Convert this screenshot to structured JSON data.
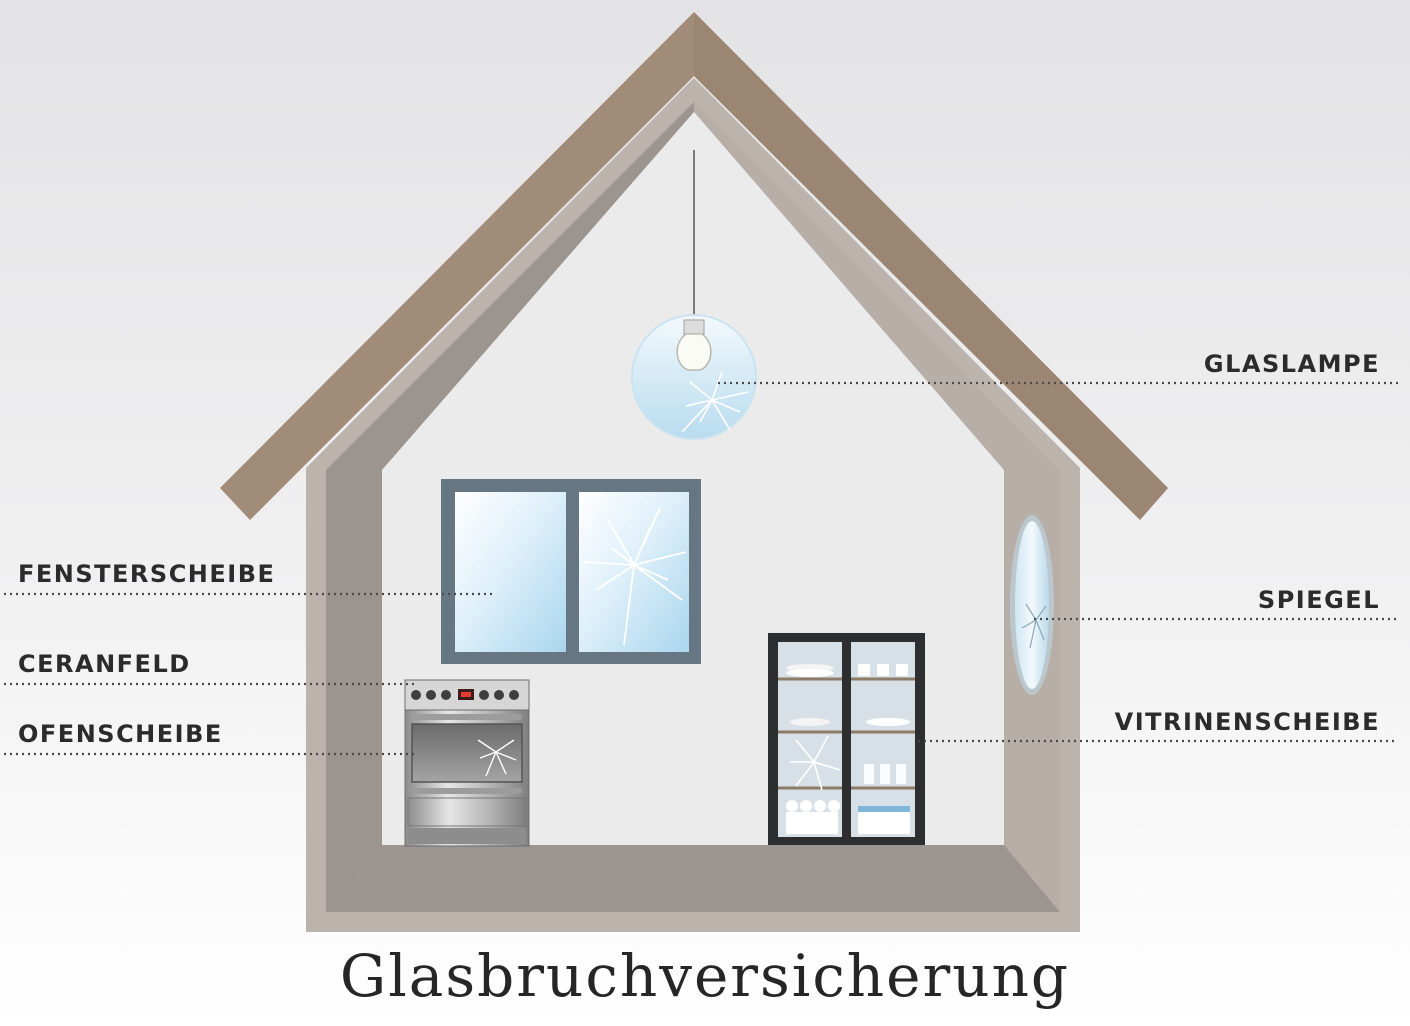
{
  "title": "Glasbruchversicherung",
  "labels": {
    "glaslampe": "GLASLAMPE",
    "fensterscheibe": "FENSTERSCHEIBE",
    "spiegel": "SPIEGEL",
    "ceranfeld": "CERANFELD",
    "ofenscheibe": "OFENSCHEIBE",
    "vitrinenscheibe": "VITRINENSCHEIBE"
  },
  "colors": {
    "roof": "#a18b79",
    "wall": "#bcb4ac",
    "inner_wall": "#9b948f",
    "interior": "#ebebeb",
    "glass": "#bfe1f3",
    "window_frame": "#667783",
    "cabinet_frame": "#2c2e2f",
    "oven": "#b6b6b6",
    "text": "#2b2b2b"
  },
  "icons": [
    "glass-lamp-icon",
    "window-icon",
    "oval-mirror-icon",
    "stove-icon",
    "glass-cabinet-icon",
    "crack-icon"
  ]
}
